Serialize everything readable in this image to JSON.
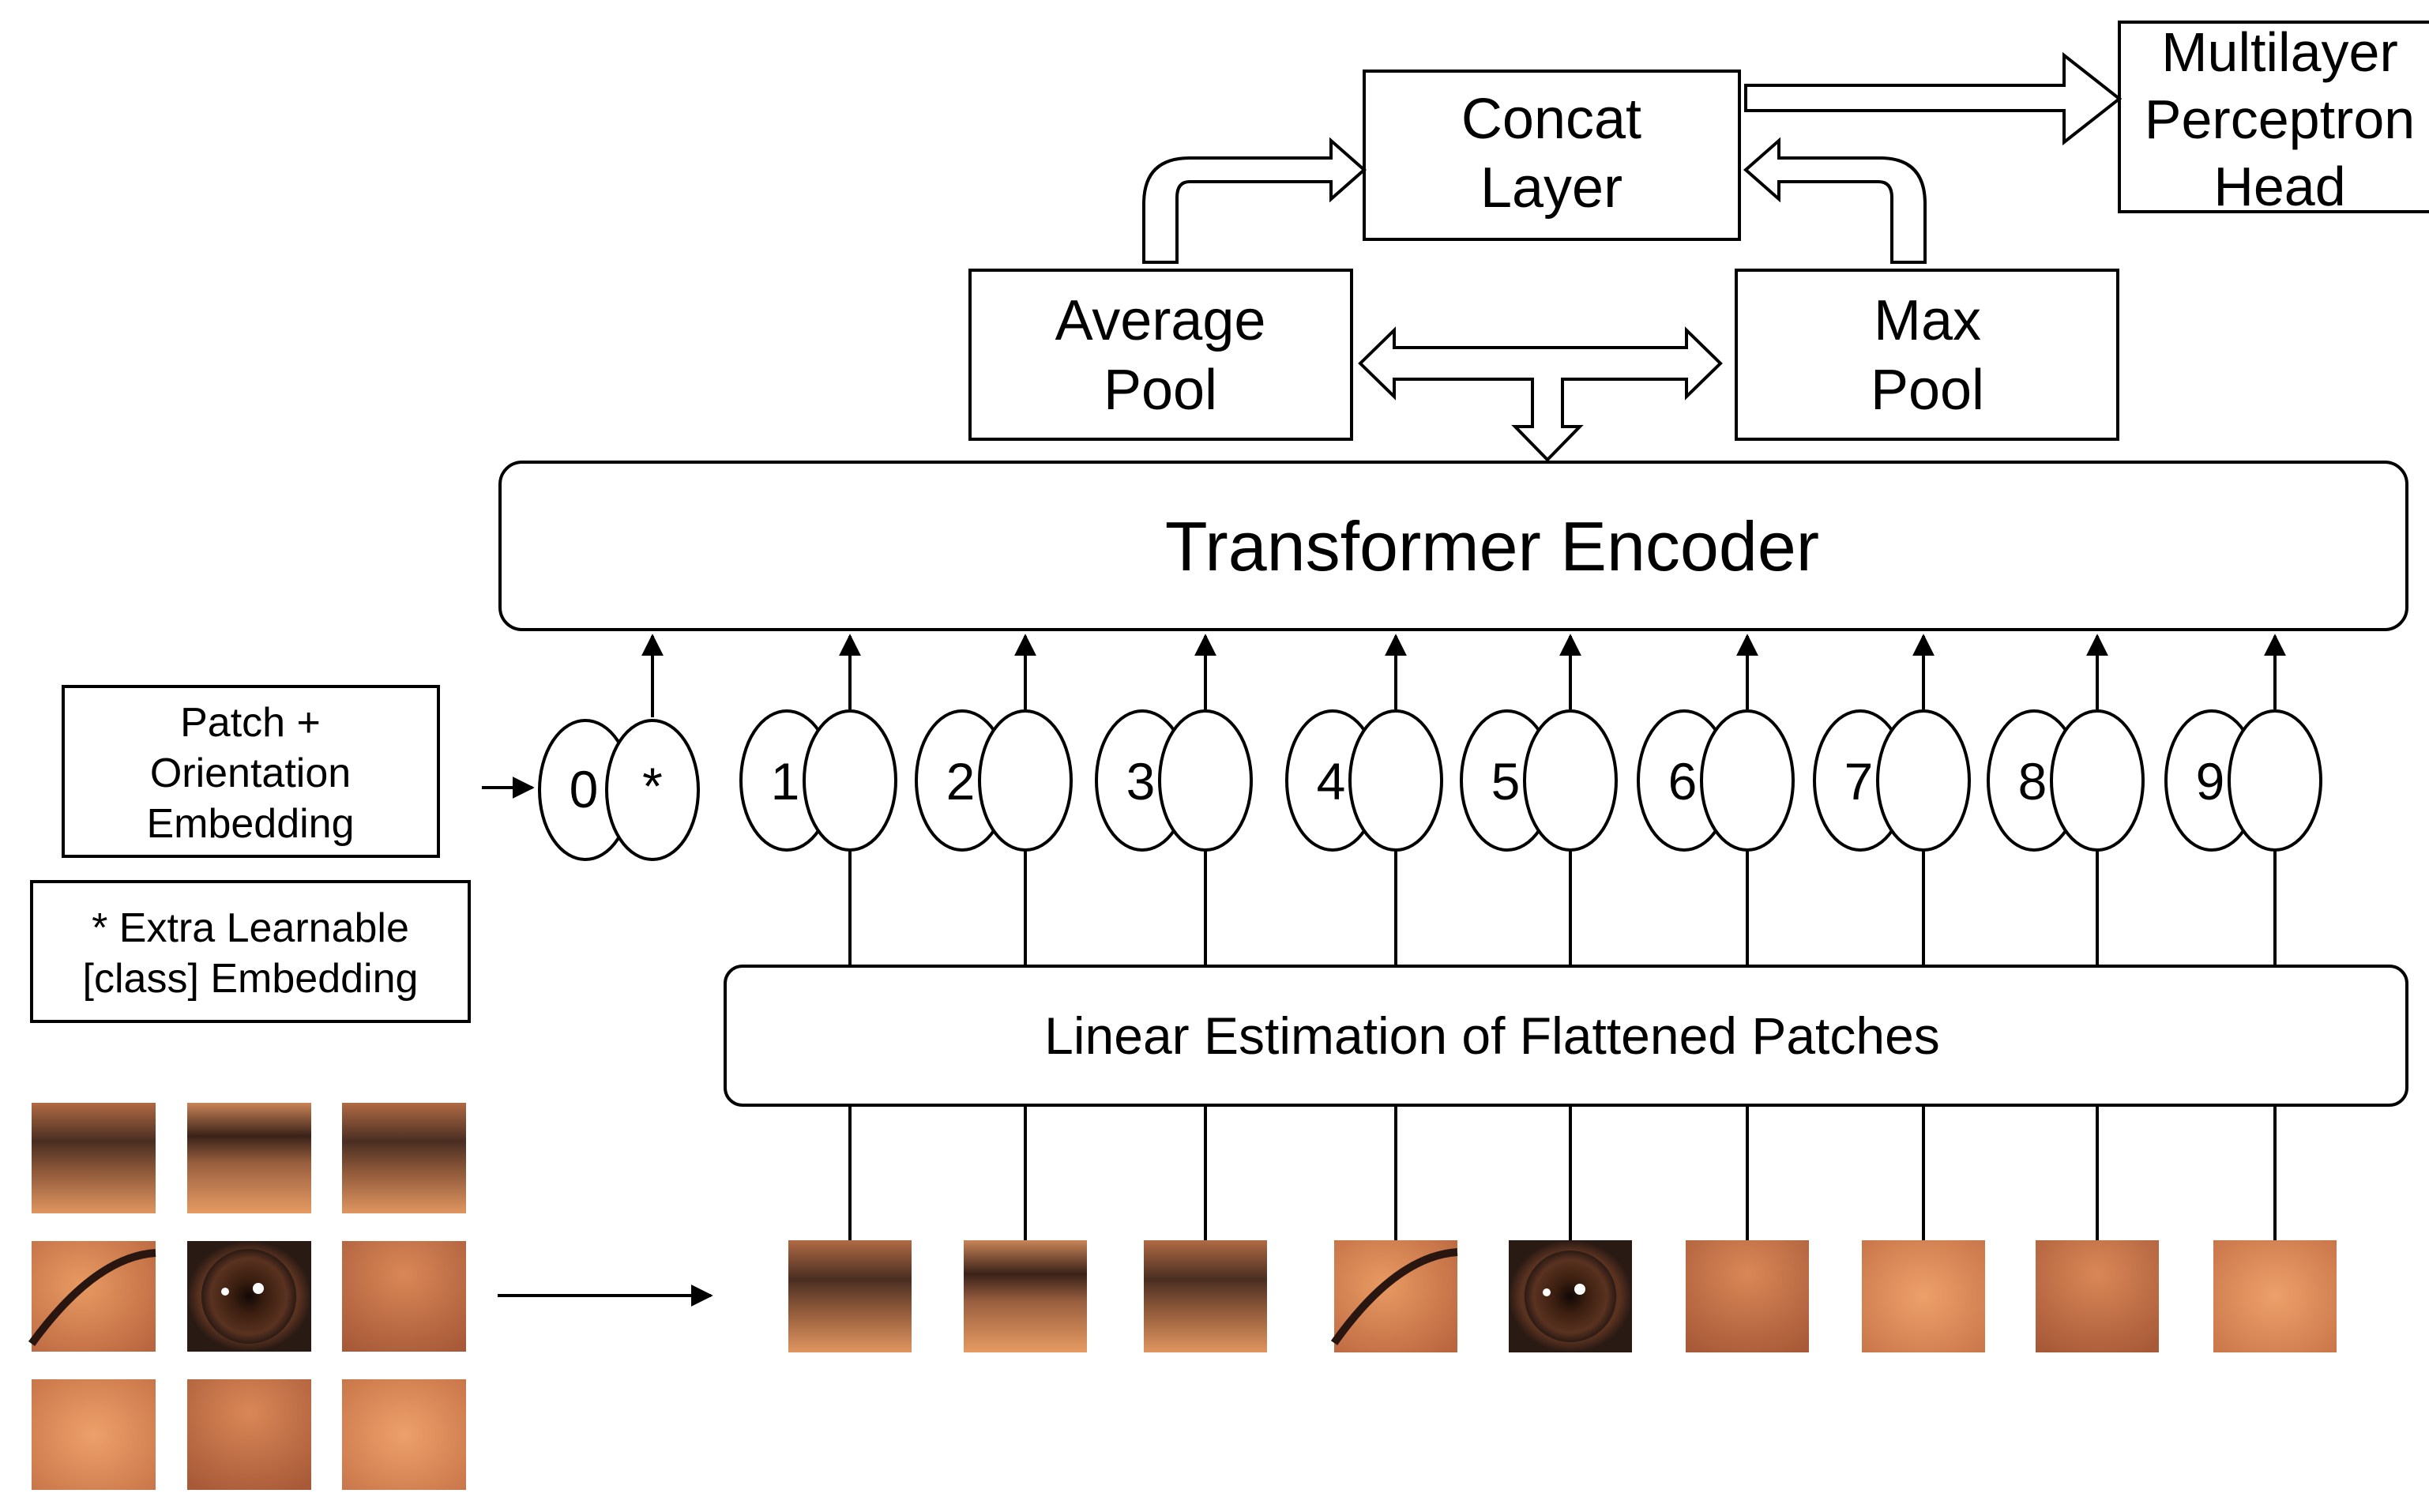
{
  "boxes": {
    "concat": [
      "Concat",
      "Layer"
    ],
    "mlp": [
      "Multilayer",
      "Perceptron",
      "Head"
    ],
    "avg_pool": [
      "Average",
      "Pool"
    ],
    "max_pool": [
      "Max",
      "Pool"
    ],
    "transformer": "Transformer Encoder",
    "linear": "Linear Estimation of Flattened Patches",
    "patch_embedding": [
      "Patch +",
      "Orientation",
      "Embedding"
    ],
    "class_embedding": [
      "* Extra Learnable",
      "[class] Embedding"
    ]
  },
  "tokens": {
    "class_index": "0",
    "class_marker": "*",
    "patch_indices": [
      "1",
      "2",
      "3",
      "4",
      "5",
      "6",
      "7",
      "8",
      "9"
    ]
  },
  "patches": {
    "grid": [
      "brow-left",
      "brow-center",
      "brow-right",
      "eye-corner-left",
      "iris",
      "eye-corner-right",
      "skin-lower-left",
      "skin-lower-center",
      "skin-lower-right"
    ]
  },
  "colors": {
    "line": "#000000",
    "skin_light": "#e0955c",
    "skin_mid": "#c97a45",
    "skin_dark": "#a85a38",
    "brow": "#4a2e22",
    "iris": "#3a1e10",
    "pupil": "#120806"
  }
}
